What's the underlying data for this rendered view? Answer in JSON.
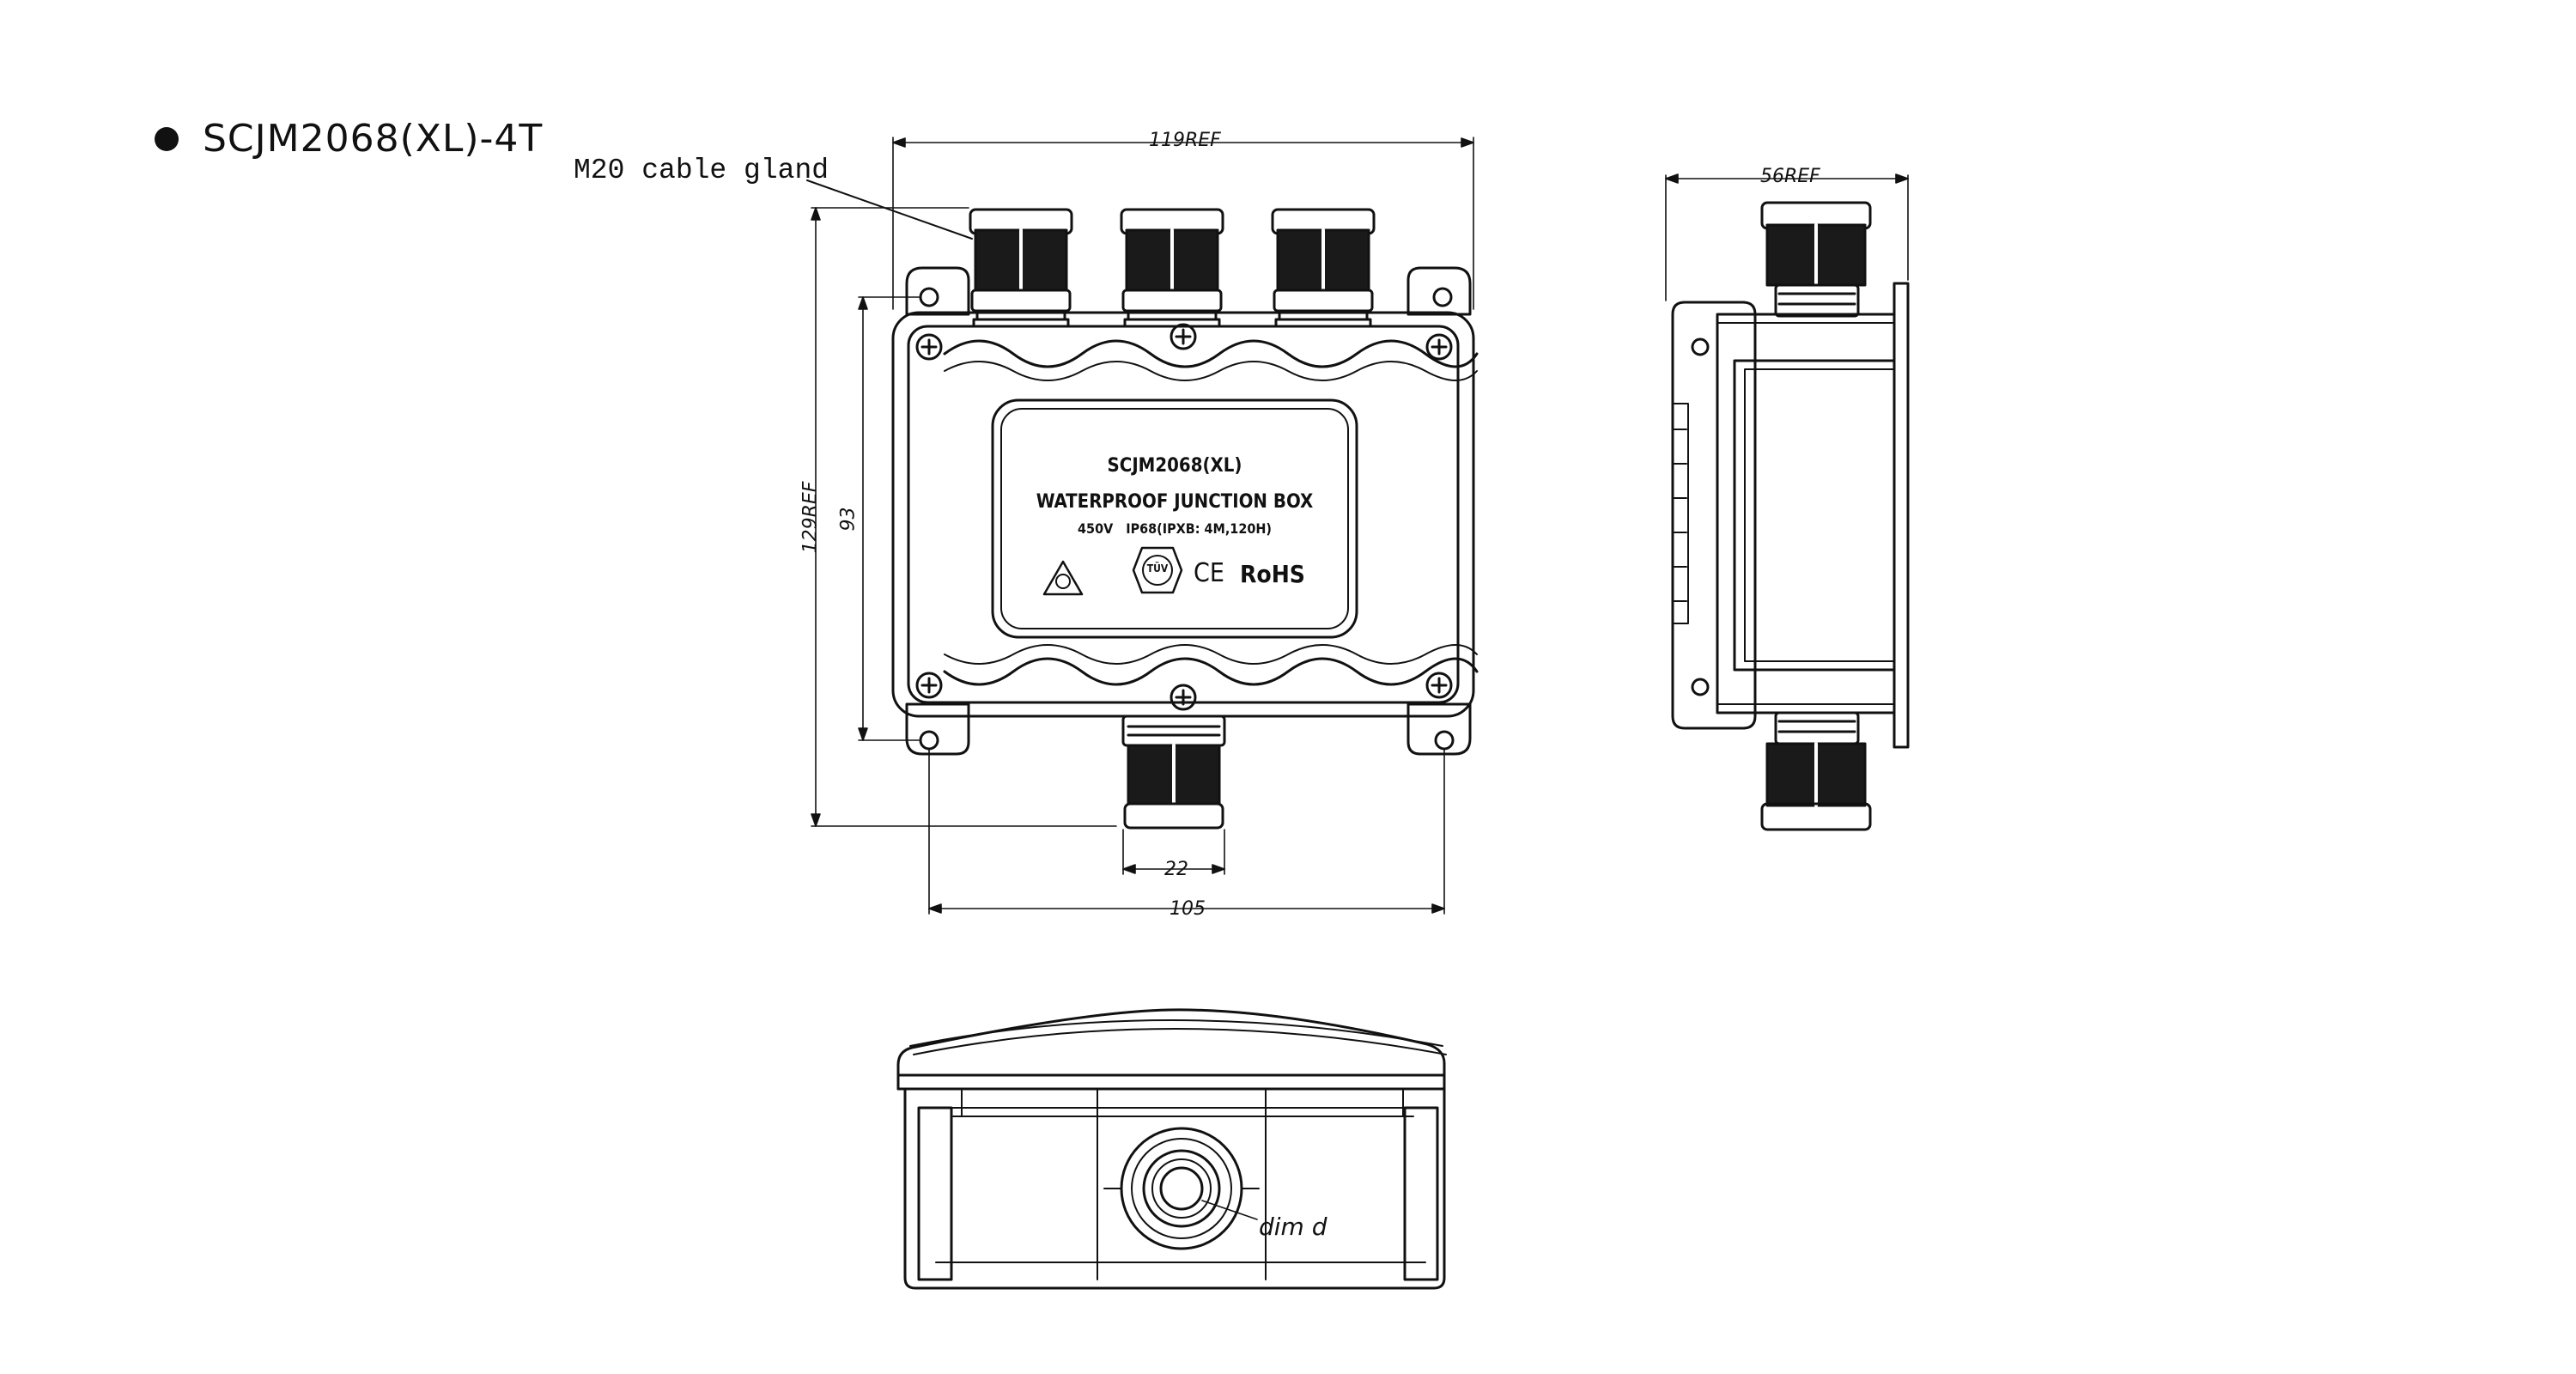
{
  "title": "SCJM2068(XL)-4T",
  "callout": "M20 cable gland",
  "dimensions": {
    "front_width": "119REF",
    "front_height": "129REF",
    "hole_height": "93",
    "gland_spacing": "22",
    "hole_spacing": "105",
    "side_depth": "56REF",
    "gland_dia": "dim d"
  },
  "nameplate": {
    "model": "SCJM2068(XL)",
    "name": "WATERPROOF JUNCTION BOX",
    "rating": "450V   IP68(IPXB: 4M,120H)",
    "marks": [
      "TÜV",
      "CE",
      "RoHS"
    ]
  }
}
